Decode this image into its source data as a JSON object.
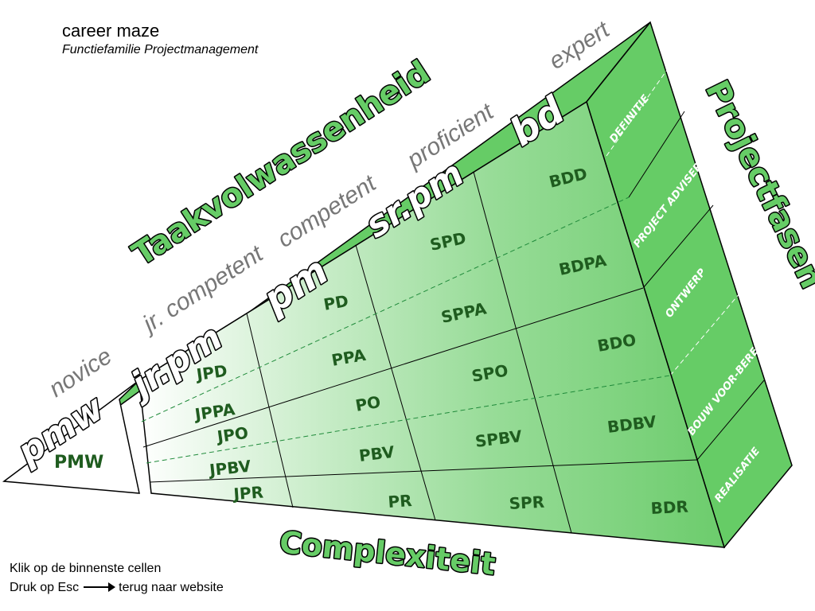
{
  "header": {
    "title": "career maze",
    "subtitle": "Functiefamilie Projectmanagement"
  },
  "axes": {
    "taakvolwassenheid": "Taakvolwassenheid",
    "complexiteit": "Complexiteit",
    "projectfasen": "Projectfasen"
  },
  "levels": [
    {
      "maturity": "novice",
      "role": "pmw"
    },
    {
      "maturity": "jr. competent",
      "role": "jr.pm"
    },
    {
      "maturity": "competent",
      "role": "pm"
    },
    {
      "maturity": "proficient",
      "role": "sr.pm"
    },
    {
      "maturity": "expert",
      "role": "bd"
    }
  ],
  "phases": [
    "DEFINITIE",
    "PROJECT ADVISERING",
    "ONTWERP",
    "BOUW VOOR-BEREIDING",
    "REALISATIE"
  ],
  "cells": {
    "pmw": "PMW",
    "jrpm": [
      "JPD",
      "JPPA",
      "JPO",
      "JPBV",
      "JPR"
    ],
    "pm": [
      "PD",
      "PPA",
      "PO",
      "PBV",
      "PR"
    ],
    "srpm": [
      "SPD",
      "SPPA",
      "SPO",
      "SPBV",
      "SPR"
    ],
    "bd": [
      "BDD",
      "BDPA",
      "BDO",
      "BDBV",
      "BDR"
    ]
  },
  "instructions": {
    "line1": "Klik op de binnenste cellen",
    "line2_prefix": "Druk op Esc",
    "line2_suffix": "terug naar website"
  },
  "colors": {
    "green_dark": "#1f5c1f",
    "green_mid": "#66cc66",
    "green_light": "#bfe8bf",
    "maturity_gray": "#777777"
  }
}
